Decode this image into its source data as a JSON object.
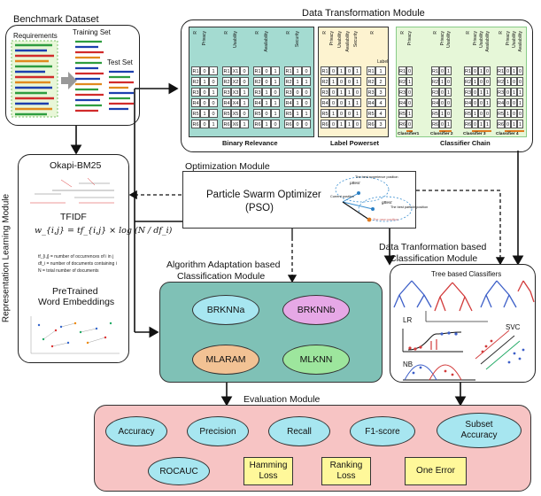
{
  "benchmark": {
    "title": "Benchmark Dataset",
    "requirements": "Requirements",
    "training": "Training Set",
    "test": "Test Set"
  },
  "representation": {
    "side_label": "Representation Learning Module",
    "okapi": "Okapi-BM25",
    "tfidf": "TFIDF",
    "tfidf_formula": "w_{i,j} = tf_{i,j} × log (N / df_i)",
    "tf_def": "tf_{i,j} = number of occurrences of i in j",
    "df_def": "df_i = number of documents containing i",
    "n_def": "N = total number of documents",
    "pretrained": "PreTrained",
    "embeddings": "Word Embeddings"
  },
  "transformation": {
    "title": "Data Transformation Module",
    "br": "Binary Relevance",
    "lp": "Label Powerset",
    "cc": "Classifier Chain",
    "headers": [
      "Privacy",
      "Usability",
      "Availability",
      "Security"
    ],
    "label_header": "Label",
    "r_header": "R",
    "row_ids": [
      "R1",
      "R2",
      "R3",
      "R4",
      "R5",
      "R6"
    ],
    "br_xs": [
      "X1",
      "X2",
      "X3",
      "X4",
      "X5",
      "X6"
    ],
    "lp_labels": [
      "1",
      "2",
      "3",
      "4",
      "4",
      "3"
    ],
    "cc_classifiers": [
      "Classifier1",
      "Classifier 2",
      "Classifier 3",
      "Classifier 4"
    ]
  },
  "optimization": {
    "title": "Optimization Module",
    "pso_line1": "Particle Swarm Optimizer",
    "pso_line2": "(PSO)",
    "pbest": "pBest",
    "gbest": "gBest",
    "best_experience": "The best experience position",
    "best_particle": "The best particle position",
    "current": "Current position",
    "new_pos": "The new position"
  },
  "algorithm": {
    "title_line1": "Algorithm Adaptation based",
    "title_line2": "Classification Module",
    "models": [
      "BRKNNa",
      "BRKNNb",
      "MLARAM",
      "MLKNN"
    ]
  },
  "dt_classification": {
    "title_line1": "Data Tranformation based",
    "title_line2": "Classification Module",
    "tree": "Tree based Classifiers",
    "lr": "LR",
    "nb": "NB",
    "svc": "SVC"
  },
  "evaluation": {
    "title": "Evaluation Module",
    "metrics": [
      "Accuracy",
      "Precision",
      "Recall",
      "F1-score",
      "Subset Accuracy",
      "ROCAUC",
      "Hamming Loss",
      "Ranking Loss",
      "One Error"
    ]
  }
}
